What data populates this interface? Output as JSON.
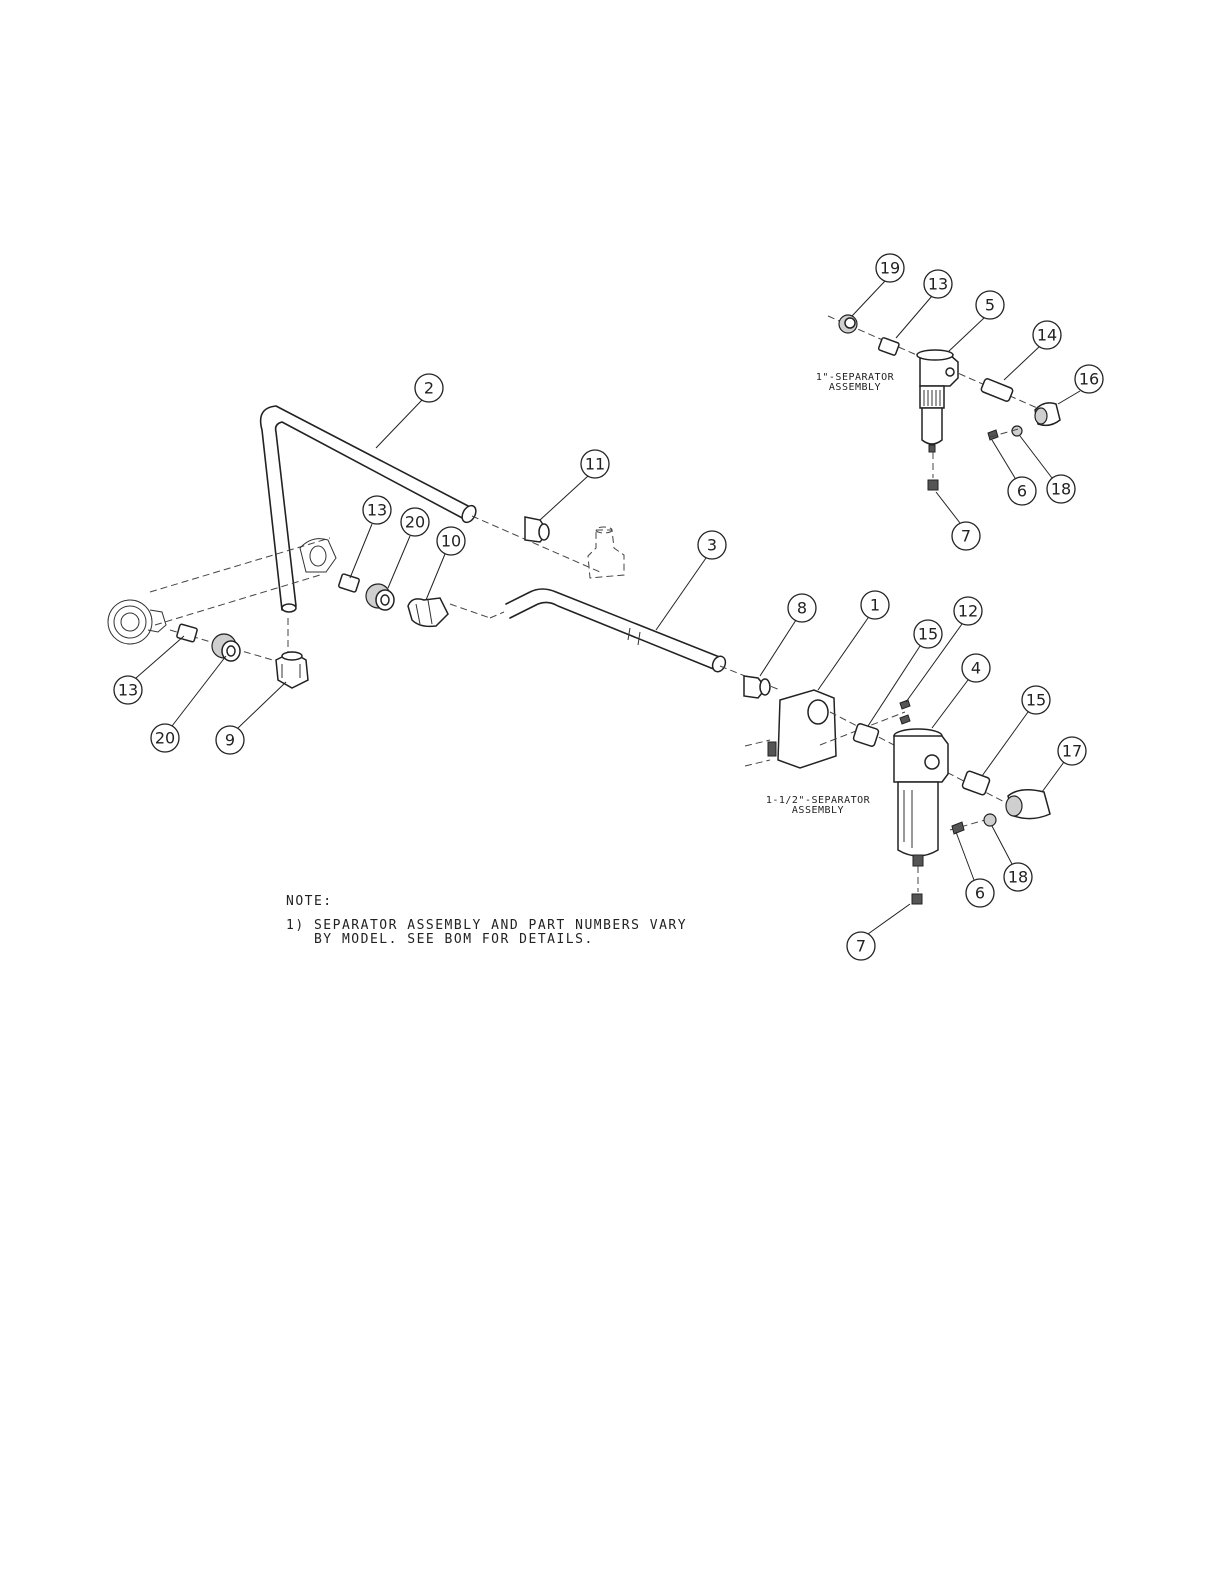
{
  "drawing": {
    "assembly_labels": {
      "one_inch": [
        "1\"-SEPARATOR",
        "ASSEMBLY"
      ],
      "one_half_inch": [
        "1-1/2\"-SEPARATOR",
        "ASSEMBLY"
      ]
    },
    "note": {
      "heading": "NOTE:",
      "lines": [
        "1) SEPARATOR ASSEMBLY AND PART NUMBERS VARY",
        "   BY MODEL. SEE BOM FOR DETAILS."
      ]
    },
    "balloons": [
      {
        "id": "balloon-19",
        "num": "19"
      },
      {
        "id": "balloon-13-top",
        "num": "13"
      },
      {
        "id": "balloon-5",
        "num": "5"
      },
      {
        "id": "balloon-14",
        "num": "14"
      },
      {
        "id": "balloon-16",
        "num": "16"
      },
      {
        "id": "balloon-6-top",
        "num": "6"
      },
      {
        "id": "balloon-18-top",
        "num": "18"
      },
      {
        "id": "balloon-7-top",
        "num": "7"
      },
      {
        "id": "balloon-2",
        "num": "2"
      },
      {
        "id": "balloon-11",
        "num": "11"
      },
      {
        "id": "balloon-3",
        "num": "3"
      },
      {
        "id": "balloon-13-mid",
        "num": "13"
      },
      {
        "id": "balloon-20-mid",
        "num": "20"
      },
      {
        "id": "balloon-10",
        "num": "10"
      },
      {
        "id": "balloon-8",
        "num": "8"
      },
      {
        "id": "balloon-1",
        "num": "1"
      },
      {
        "id": "balloon-12",
        "num": "12"
      },
      {
        "id": "balloon-15-a",
        "num": "15"
      },
      {
        "id": "balloon-4",
        "num": "4"
      },
      {
        "id": "balloon-15-b",
        "num": "15"
      },
      {
        "id": "balloon-17",
        "num": "17"
      },
      {
        "id": "balloon-13-left",
        "num": "13"
      },
      {
        "id": "balloon-20-left",
        "num": "20"
      },
      {
        "id": "balloon-9",
        "num": "9"
      },
      {
        "id": "balloon-6-bot",
        "num": "6"
      },
      {
        "id": "balloon-18-bot",
        "num": "18"
      },
      {
        "id": "balloon-7-bot",
        "num": "7"
      }
    ]
  }
}
